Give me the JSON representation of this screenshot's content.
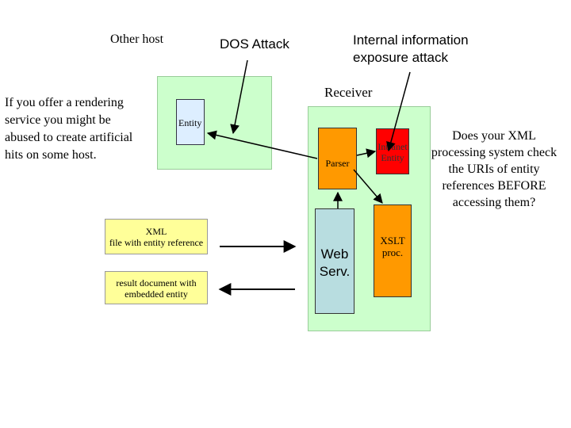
{
  "labels": {
    "other_host": "Other host",
    "dos_attack": "DOS Attack",
    "internal_line1": "Internal information",
    "internal_line2": "exposure attack",
    "receiver": "Receiver",
    "left_note": "If you offer a rendering service you might be abused to create artificial hits on some host.",
    "right_note": "Does your XML processing system check the URIs of entity references BEFORE accessing them?"
  },
  "boxes": {
    "entity": "Entity",
    "parser": "Parser",
    "intranet_line1": "Intranet",
    "intranet_line2": "Entity",
    "webserv_line1": "Web",
    "webserv_line2": "Serv.",
    "xslt_line1": "XSLT",
    "xslt_line2": "proc.",
    "xml_line1": "XML",
    "xml_line2": "file with entity reference",
    "result_line1": "result document with",
    "result_line2": "embedded entity"
  },
  "colors": {
    "host_bg": "#ccffcc",
    "entity_bg": "#ddeeff",
    "parser_bg": "#ff9900",
    "intranet_bg": "#ff0000",
    "webserv_bg": "#b8dde0",
    "xslt_bg": "#ff9900",
    "doc_bg": "#ffff99"
  }
}
